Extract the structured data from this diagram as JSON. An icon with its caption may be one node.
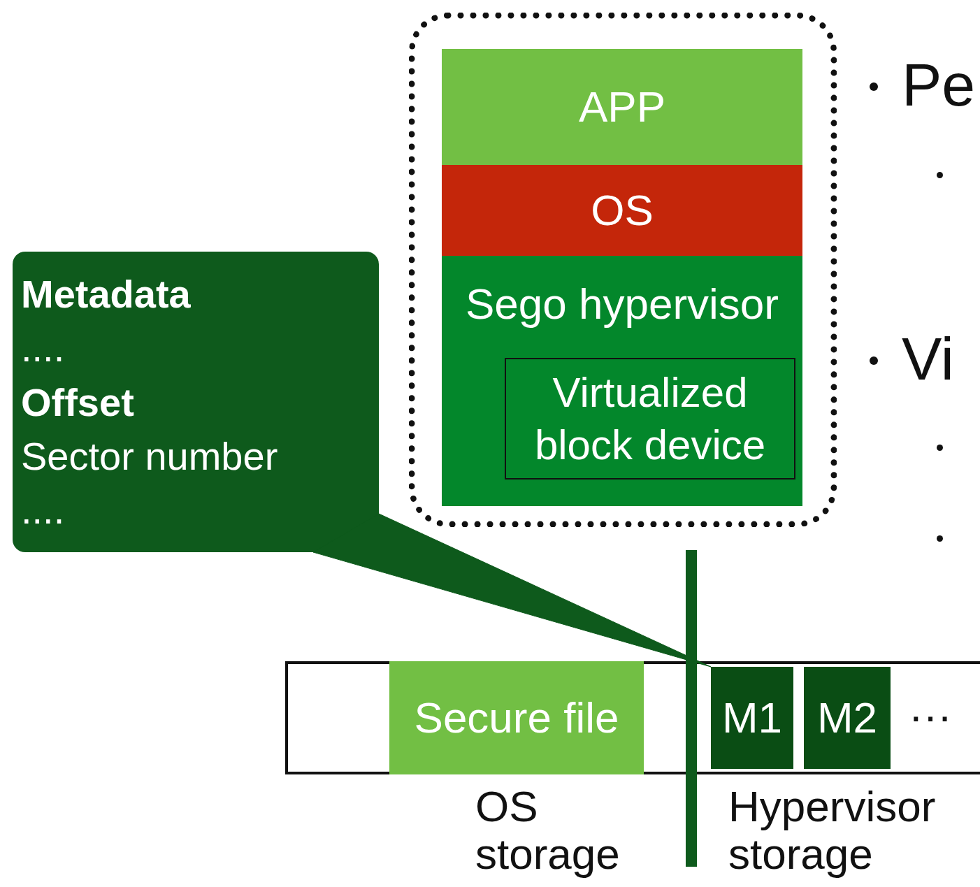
{
  "diagram": {
    "nodes": [
      {
        "text": [],
        "shape": "box"
      },
      {
        "text": [
          "APP"
        ],
        "in": 0
      },
      {
        "text": [
          "OS"
        ],
        "in": 0
      },
      {
        "text": [
          "Sego hypervisor"
        ],
        "in": 0
      },
      {
        "text": [
          "Virtualized block device"
        ],
        "in": 3
      },
      {
        "text": [
          "Metadata",
          "....",
          "Offset",
          "Sector number",
          "...."
        ]
      },
      {
        "text": [],
        "shape": "box"
      },
      {
        "text": [
          "Secure file"
        ],
        "in": 6
      },
      {
        "text": [
          "M1"
        ],
        "in": 6
      },
      {
        "text": [
          "M2"
        ],
        "in": 6
      },
      {
        "text": [],
        "shape": "bar"
      }
    ],
    "edges": [
      {
        "from": 5,
        "to": 8,
        "arrow": "none",
        "style": "thick"
      }
    ],
    "labels": [
      "Pe",
      "Vi",
      "···",
      "OS storage",
      "Hypervisor storage"
    ]
  }
}
